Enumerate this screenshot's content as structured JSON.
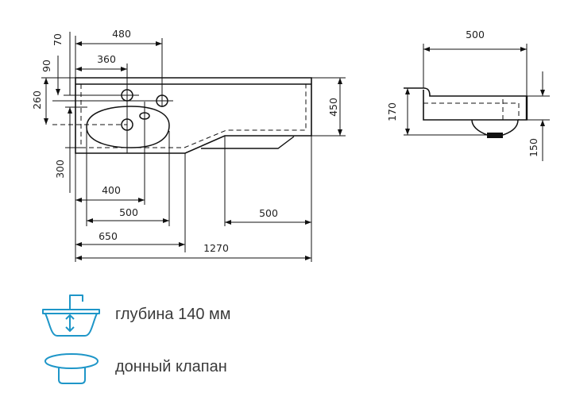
{
  "plan_dimensions": {
    "d480": "480",
    "d360": "360",
    "d70": "70",
    "d90": "90",
    "d260": "260",
    "d300": "300",
    "d450": "450",
    "d400": "400",
    "d500a": "500",
    "d500b": "500",
    "d650": "650",
    "d1270": "1270"
  },
  "side_dimensions": {
    "d500": "500",
    "d170": "170",
    "d150": "150"
  },
  "legend": [
    {
      "icon": "basin-depth-icon",
      "label": "глубина 140 мм"
    },
    {
      "icon": "drain-valve-icon",
      "label": "донный клапан"
    }
  ],
  "colors": {
    "line": "#111111",
    "icon": "#1e96c8",
    "text": "#3a3a3a"
  }
}
